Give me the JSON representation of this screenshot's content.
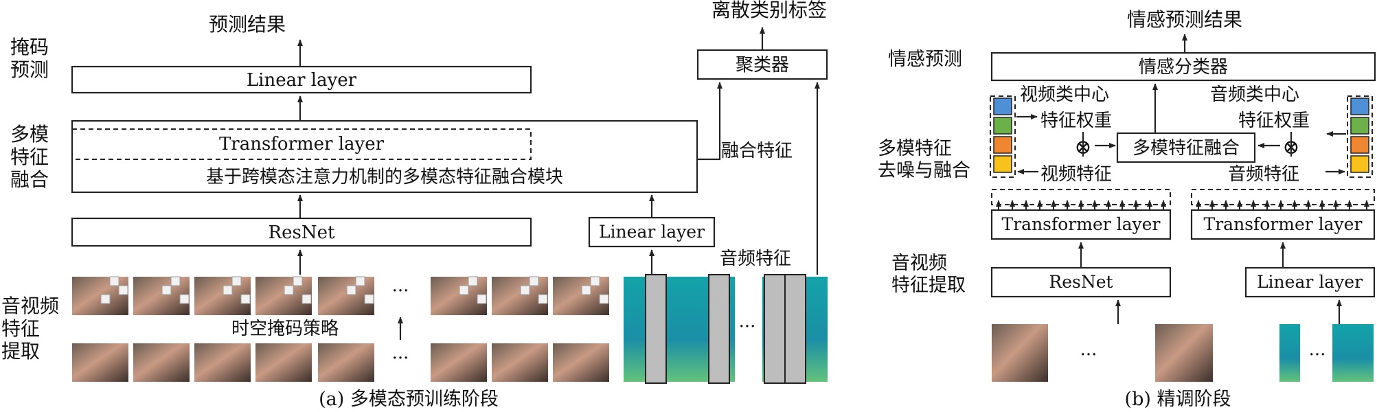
{
  "panel_a": {
    "caption": "(a) 多模态预训练阶段",
    "output_label": "预测结果",
    "side_masked_prediction": "掩码\n预测",
    "side_fusion": "多模\n特征\n融合",
    "side_extraction": "音视频\n特征\n提取",
    "linear_layer_top": "Linear layer",
    "transformer_layer": "Transformer layer",
    "fusion_module": "基于跨模态注意力机制的多模态特征融合模块",
    "resnet": "ResNet",
    "linear_layer_audio": "Linear layer",
    "clusterer": "聚类器",
    "discrete_labels": "离散类别标签",
    "fused_features": "融合特征",
    "audio_features": "音频特征",
    "mask_strategy": "时空掩码策略",
    "ellipsis": "···"
  },
  "panel_b": {
    "caption": "(b) 精调阶段",
    "output_label": "情感预测结果",
    "side_emotion_prediction": "情感预测",
    "side_denoise": "多模特征\n去噪与融合",
    "side_extraction": "音视频\n特征提取",
    "emotion_classifier": "情感分类器",
    "visual_center": "视频类中心",
    "audio_center": "音频类中心",
    "feature_weight_left": "特征权重",
    "feature_weight_right": "特征权重",
    "fusion": "多模特征融合",
    "visual_feature": "视频特征",
    "audio_feature": "音频特征",
    "transformer_left": "Transformer layer",
    "transformer_right": "Transformer layer",
    "resnet": "ResNet",
    "linear_layer": "Linear layer",
    "otimes": "⊗",
    "ellipsis": "···"
  },
  "colors": {
    "cluster_blue": "#4f8fd6",
    "cluster_green": "#6db04a",
    "cluster_orange": "#ef8632",
    "cluster_yellow": "#f7c21b",
    "spectrogram": "#1e8fa0",
    "mask_bar": "#bdbdbd"
  }
}
